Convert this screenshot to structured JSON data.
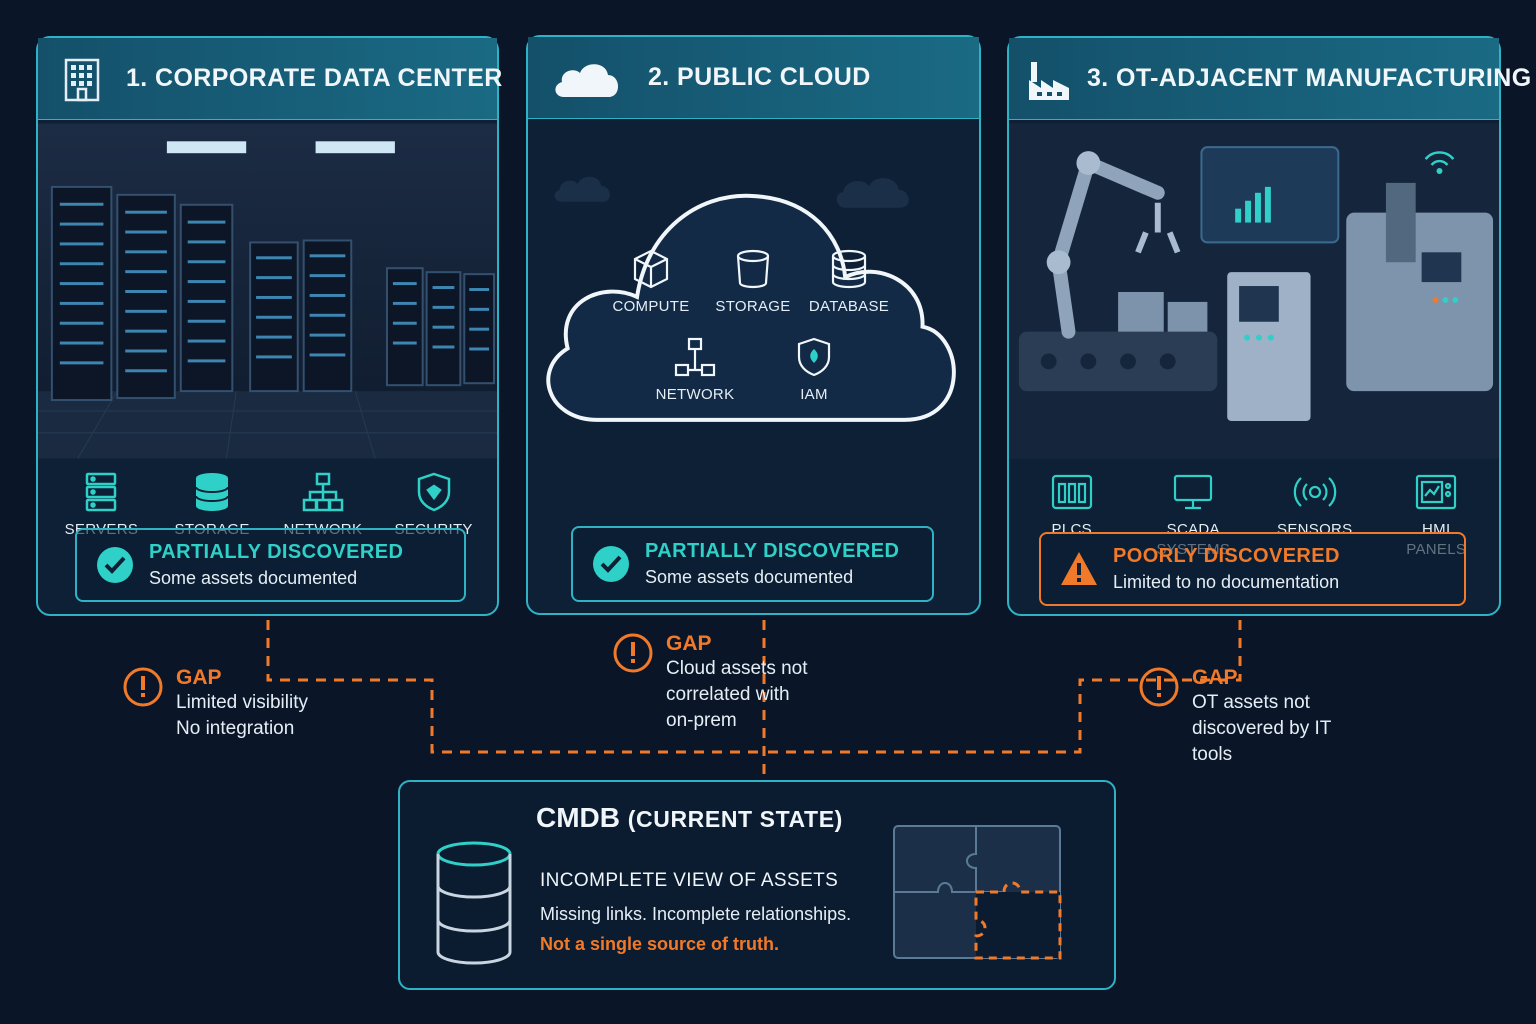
{
  "panels": [
    {
      "title": "1. CORPORATE DATA CENTER",
      "header_icon": "building-icon",
      "items": [
        {
          "label": "SERVERS",
          "icon": "server-icon"
        },
        {
          "label": "STORAGE",
          "icon": "storage-icon"
        },
        {
          "label": "NETWORK",
          "icon": "network-icon"
        },
        {
          "label": "SECURITY",
          "icon": "shield-icon"
        }
      ],
      "status": {
        "title": "PARTIALLY DISCOVERED",
        "desc": "Some assets documented",
        "icon": "check-icon",
        "color": "#2fd0c8"
      }
    },
    {
      "title": "2. PUBLIC CLOUD",
      "header_icon": "cloud-icon",
      "cloud_items": [
        {
          "label": "COMPUTE",
          "icon": "cube-icon"
        },
        {
          "label": "STORAGE",
          "icon": "bucket-icon"
        },
        {
          "label": "DATABASE",
          "icon": "database-icon"
        },
        {
          "label": "NETWORK",
          "icon": "network-icon"
        },
        {
          "label": "IAM",
          "icon": "shield-icon"
        }
      ],
      "status": {
        "title": "PARTIALLY DISCOVERED",
        "desc": "Some assets documented",
        "icon": "check-icon",
        "color": "#2fd0c8"
      }
    },
    {
      "title": "3. OT-ADJACENT MANUFACTURING",
      "header_icon": "factory-icon",
      "items": [
        {
          "label": "PLCS",
          "icon": "plc-icon"
        },
        {
          "label": "SCADA\nSYSTEMS",
          "icon": "monitor-icon"
        },
        {
          "label": "SENSORS",
          "icon": "sensor-icon"
        },
        {
          "label": "HMI\nPANELS",
          "icon": "hmi-panel-icon"
        }
      ],
      "status": {
        "title": "POORLY DISCOVERED",
        "desc": "Limited to no documentation",
        "icon": "warning-icon",
        "color": "#f07a2a"
      }
    }
  ],
  "gaps": [
    {
      "title": "GAP",
      "lines": [
        "Limited visibility",
        "No integration"
      ],
      "icon": "alert-circle-icon"
    },
    {
      "title": "GAP",
      "lines": [
        "Cloud assets not",
        "correlated with",
        "on-prem"
      ],
      "icon": "alert-circle-icon"
    },
    {
      "title": "GAP",
      "lines": [
        "OT assets not",
        "discovered by IT",
        "tools"
      ],
      "icon": "alert-circle-icon"
    }
  ],
  "cmdb": {
    "title": "CMDB",
    "subtitle": "(CURRENT STATE)",
    "heading": "INCOMPLETE VIEW OF ASSETS",
    "line1": "Missing links. Incomplete relationships.",
    "line2": "Not a single source of truth.",
    "icon": "database-icon",
    "graphic": "puzzle-missing-piece-icon"
  },
  "colors": {
    "accent": "#2fb3c4",
    "ok": "#2fd0c8",
    "warn": "#f07a2a",
    "background": "#0a1628"
  }
}
